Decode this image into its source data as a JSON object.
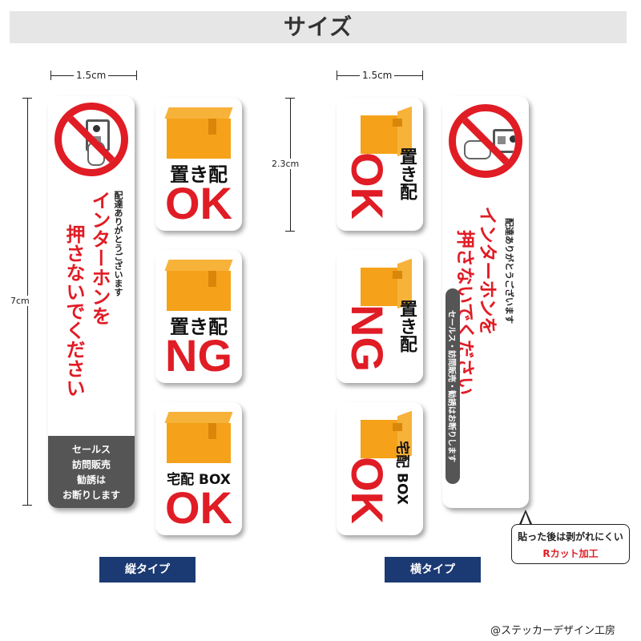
{
  "title": "サイズ",
  "dimensions": {
    "left_width": "1.5cm",
    "right_width": "1.5cm",
    "left_height": "7cm",
    "right_height": "2.3cm"
  },
  "tall_sticker": {
    "small_text": "配達ありがとうございます",
    "main_text_line1": "インターホンを",
    "main_text_line2": "押さないでください",
    "panel_lines": [
      "セールス",
      "訪問販売",
      "勧誘は",
      "お断りします"
    ]
  },
  "horizontal_long_sticker": {
    "small_text": "配達ありがとうございます",
    "main_text_line1": "インターホンを",
    "main_text_line2": "押さないでください",
    "strip_text": "セールス・訪問販売・勧誘はお断りします"
  },
  "packages": [
    {
      "label": "置き配",
      "status": "OK"
    },
    {
      "label": "置き配",
      "status": "NG"
    },
    {
      "label": "宅配 BOX",
      "status": "OK"
    }
  ],
  "type_labels": {
    "vertical": "縦タイプ",
    "horizontal": "横タイプ"
  },
  "callout": {
    "line1": "貼った後は剥がれにくい",
    "line2": "Rカット加工"
  },
  "copyright": "@ステッカーデザイン工房",
  "colors": {
    "red": "#e01c25",
    "orange": "#f5a21a",
    "navy": "#1b3a73",
    "gray_panel": "#555555"
  }
}
